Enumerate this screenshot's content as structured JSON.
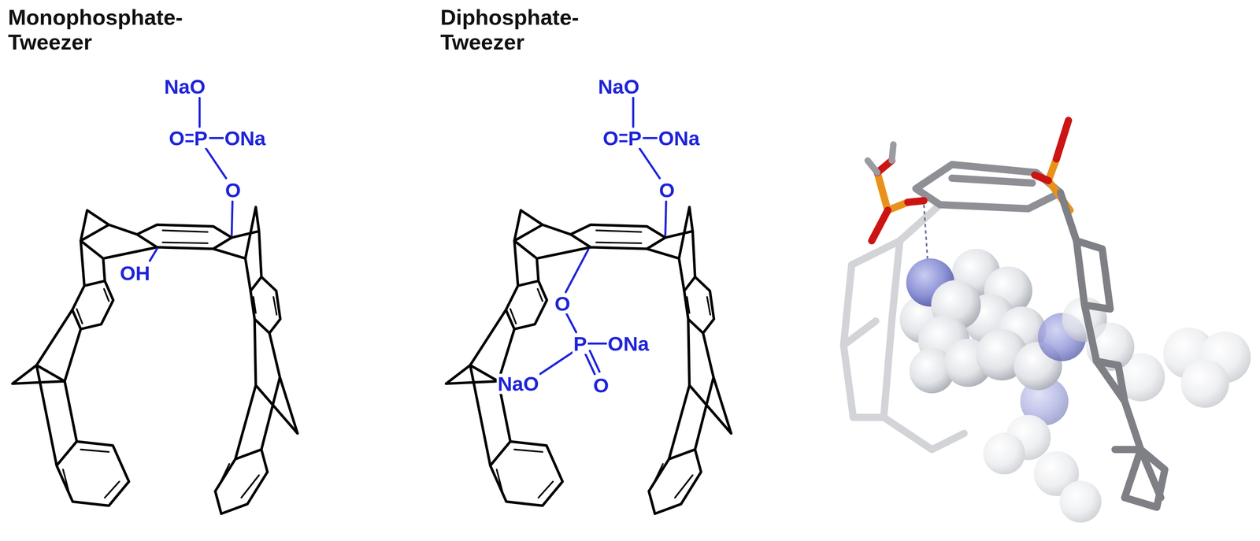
{
  "diagram": {
    "labels": [
      "Monophosphate- Tweezer",
      "NaO",
      "ONa",
      "O",
      "P",
      "O",
      "OH",
      "Diphosphate- Tweezer",
      "NaO",
      "ONa",
      "O",
      "P",
      "O",
      "O",
      "P",
      "ONa",
      "NaO",
      "O"
    ]
  }
}
